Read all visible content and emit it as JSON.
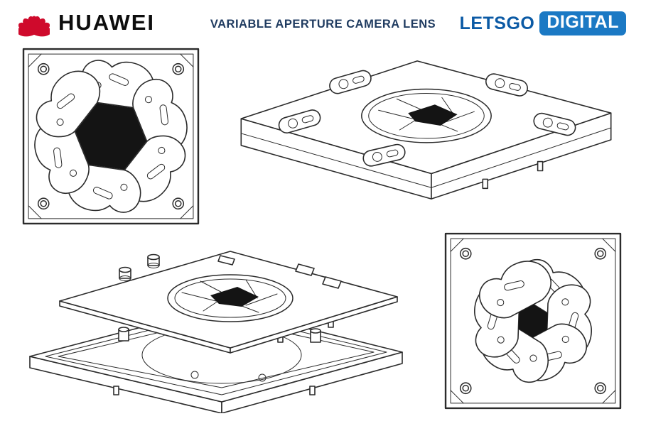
{
  "page": {
    "background": "#ffffff"
  },
  "header": {
    "brand_left": {
      "name": "HUAWEI",
      "logo": "huawei-flower-logo",
      "logo_color": "#cf0a2c",
      "text_color": "#0d0d0d"
    },
    "title": {
      "text": "VARIABLE APERTURE CAMERA LENS",
      "color": "#1f3b60"
    },
    "brand_right": {
      "part1": "LETSGO",
      "part2": "DIGITAL",
      "part1_color": "#0b5aa5",
      "part2_bg": "#1b79c4",
      "part2_color": "#ffffff"
    }
  },
  "drawings": {
    "line_color": "#2b2b2b",
    "aperture_fill": "#141414",
    "figures": [
      {
        "name": "top-view-aperture-open"
      },
      {
        "name": "perspective-view-module-assembled"
      },
      {
        "name": "perspective-view-module-exploded"
      },
      {
        "name": "top-view-aperture-stopped-down"
      }
    ]
  }
}
